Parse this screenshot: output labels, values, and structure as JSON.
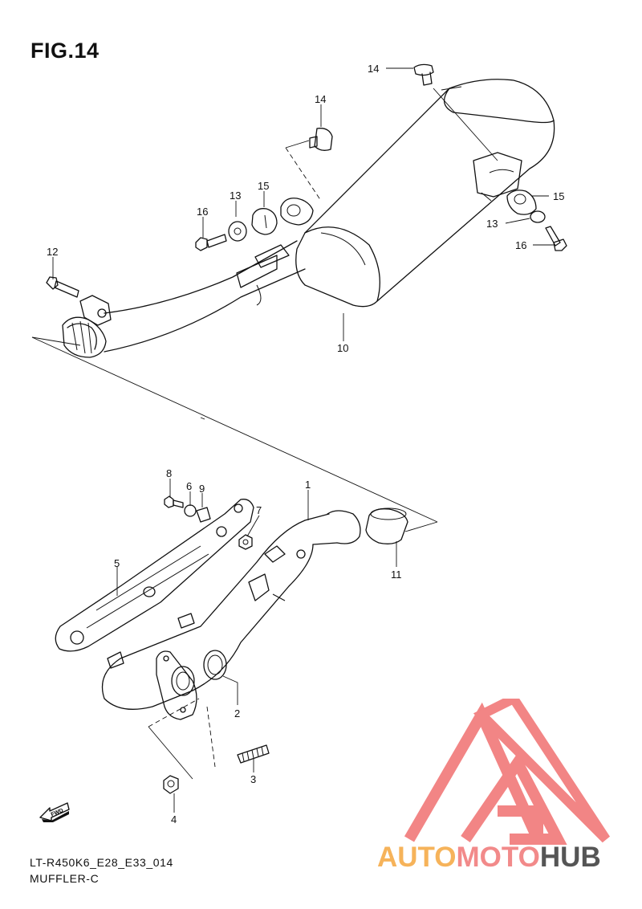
{
  "figure": {
    "title": "FIG.14",
    "code": "LT-R450K6_E28_E33_014",
    "name": "MUFFLER-C"
  },
  "callouts": [
    "1",
    "2",
    "3",
    "4",
    "5",
    "6",
    "7",
    "8",
    "9",
    "10",
    "11",
    "12",
    "13",
    "13",
    "14",
    "14",
    "15",
    "15",
    "16",
    "16"
  ],
  "fwd_label": "FWD",
  "watermark": {
    "part1": "AUTO",
    "part2": "MOTO",
    "part3": "HUB",
    "color1": "#f6b35a",
    "color2": "#f28a8a",
    "color3": "#555555",
    "triangle_color": "#f07070"
  }
}
